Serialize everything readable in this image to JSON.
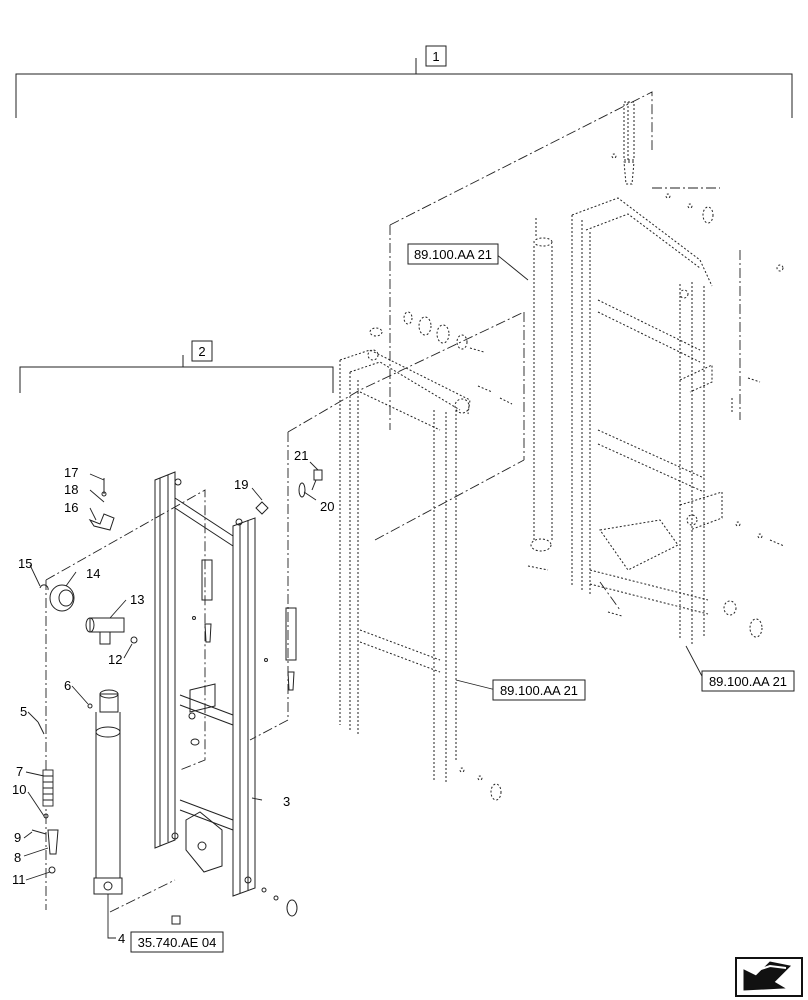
{
  "diagram": {
    "callouts": {
      "group_1": "1",
      "group_2": "2",
      "ref_cyl_top": "89.100.AA 21",
      "ref_mid_mast": "89.100.AA 21",
      "ref_outer_mast": "89.100.AA 21",
      "ref_lift_cyl": "35.740.AE 04"
    },
    "part_numbers": {
      "n1": "17",
      "n2": "18",
      "n3": "16",
      "n4": "15",
      "n5": "14",
      "n6": "13",
      "n7": "12",
      "n8": "6",
      "n9": "5",
      "n10": "7",
      "n11": "10",
      "n12": "9",
      "n13": "8",
      "n14": "11",
      "n15": "4",
      "n16": "3",
      "n17": "19",
      "n18": "21",
      "n19": "20"
    },
    "icons": {
      "nav_arrow": "next-page-arrow-icon"
    }
  }
}
